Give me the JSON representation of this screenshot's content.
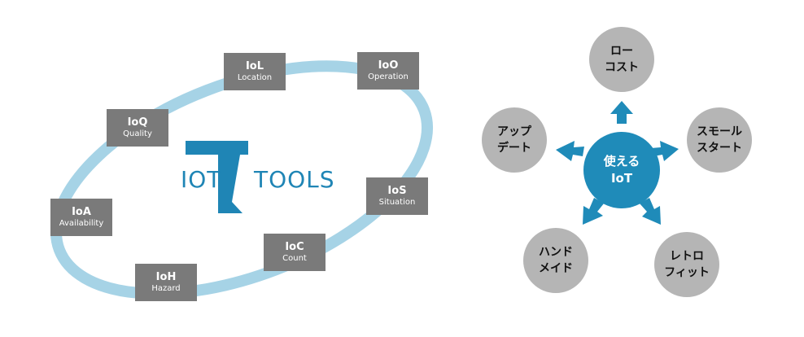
{
  "left": {
    "word_left": "IOT",
    "word_right": "TOOLS",
    "tools": [
      {
        "abbr": "IoL",
        "name": "Location"
      },
      {
        "abbr": "IoO",
        "name": "Operation"
      },
      {
        "abbr": "IoQ",
        "name": "Quality"
      },
      {
        "abbr": "IoS",
        "name": "Situation"
      },
      {
        "abbr": "IoA",
        "name": "Availability"
      },
      {
        "abbr": "IoC",
        "name": "Count"
      },
      {
        "abbr": "IoH",
        "name": "Hazard"
      }
    ]
  },
  "right": {
    "center": {
      "line1": "使える",
      "line2": "IoT"
    },
    "top": {
      "line1": "ロー",
      "line2": "コスト"
    },
    "left": {
      "line1": "アップ",
      "line2": "デート"
    },
    "right": {
      "line1": "スモール",
      "line2": "スタート"
    },
    "bottom_left": {
      "line1": "ハンド",
      "line2": "メイド"
    },
    "bottom_right": {
      "line1": "レトロ",
      "line2": "フィット"
    }
  },
  "colors": {
    "ring": "#a6d3e6",
    "box": "#7a7a7a",
    "accent": "#1f85b5",
    "circle_gray": "#b5b5b5",
    "circle_center": "#1f8bb9"
  }
}
